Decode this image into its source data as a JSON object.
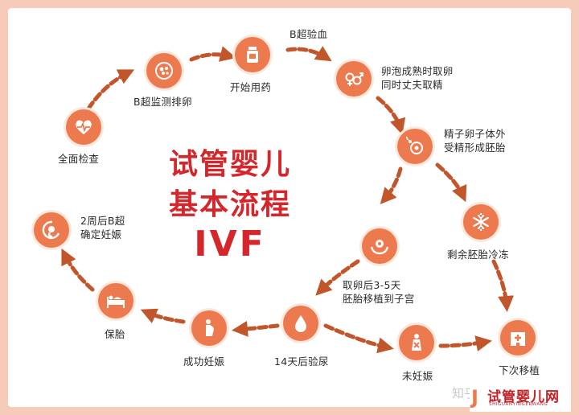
{
  "title": {
    "line1": "试管婴儿",
    "line2": "基本流程",
    "line3": "IVF"
  },
  "steps": {
    "checkup": {
      "label": "全面检查",
      "icon": "heart-monitor-icon"
    },
    "ultrasound": {
      "label": "B超监测排卵",
      "icon": "ovary-cells-icon"
    },
    "medication": {
      "label": "开始用药",
      "icon": "medicine-bottle-icon"
    },
    "blood_test": {
      "label": "B超验血",
      "icon": ""
    },
    "retrieval": {
      "label": "卵泡成熟时取卵\n同时丈夫取精",
      "icon": "male-female-icon"
    },
    "fertilization": {
      "label": "精子卵子体外\n受精形成胚胎",
      "icon": "sperm-egg-icon"
    },
    "freeze": {
      "label": "剩余胚胎冷冻",
      "icon": "snowflake-icon"
    },
    "transfer": {
      "label": "取卵后3-5天\n胚胎移植到子宫",
      "icon": "hands-embryo-icon"
    },
    "next_transfer": {
      "label": "下次移植",
      "icon": "hospital-icon"
    },
    "not_pregnant": {
      "label": "未妊娠",
      "icon": "pregnant-cross-icon"
    },
    "urine_test": {
      "label": "14天后验尿",
      "icon": "drop-icon"
    },
    "success": {
      "label": "成功妊娠",
      "icon": "pregnant-woman-icon"
    },
    "protect": {
      "label": "保胎",
      "icon": "bed-rest-icon"
    },
    "confirm": {
      "label": "2周后B超\n确定妊娠",
      "icon": "fetus-icon"
    }
  },
  "colors": {
    "accent": "#ec7a4e",
    "arrow": "#c2562b",
    "title": "#d4262b",
    "border": "#f6cbb9"
  },
  "watermark": "知乎 @试管婴儿",
  "brand": {
    "name": "试管婴儿网",
    "sub": "SHIGUANYINGERWANG",
    "mark": "J"
  }
}
